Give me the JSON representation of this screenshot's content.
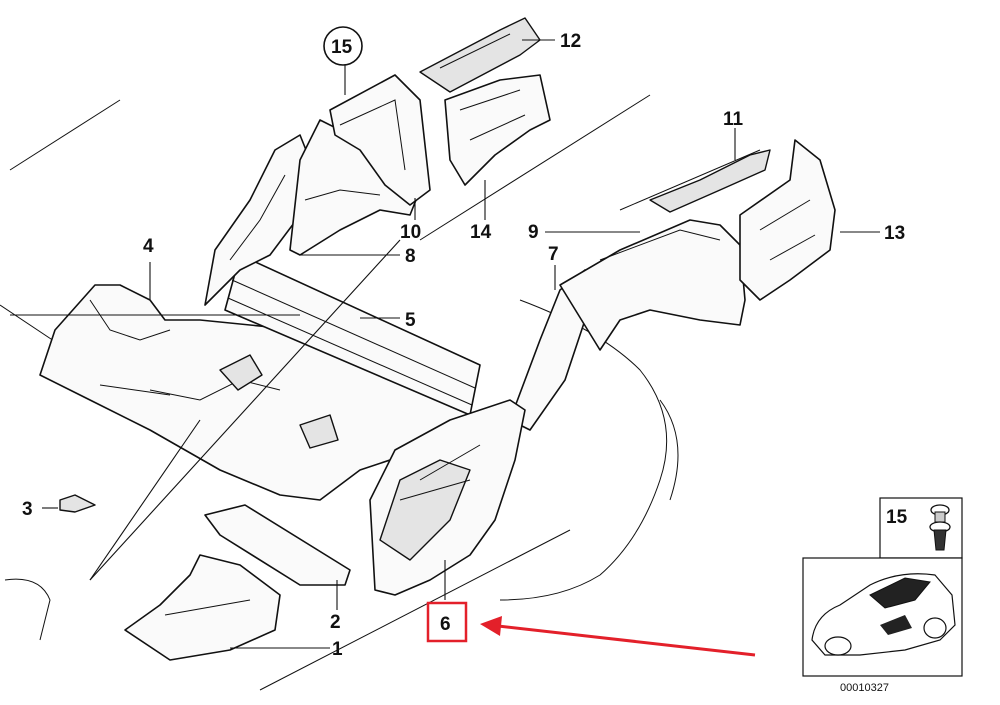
{
  "diagram": {
    "callouts": {
      "c1": "1",
      "c2": "2",
      "c3": "3",
      "c4": "4",
      "c5": "5",
      "c6": "6",
      "c7": "7",
      "c8": "8",
      "c9": "9",
      "c10": "10",
      "c11": "11",
      "c12": "12",
      "c13": "13",
      "c14": "14",
      "c15": "15"
    },
    "inset": {
      "label": "15",
      "code": "00010327"
    },
    "highlight": {
      "color": "#e3202a",
      "target": "6"
    }
  }
}
